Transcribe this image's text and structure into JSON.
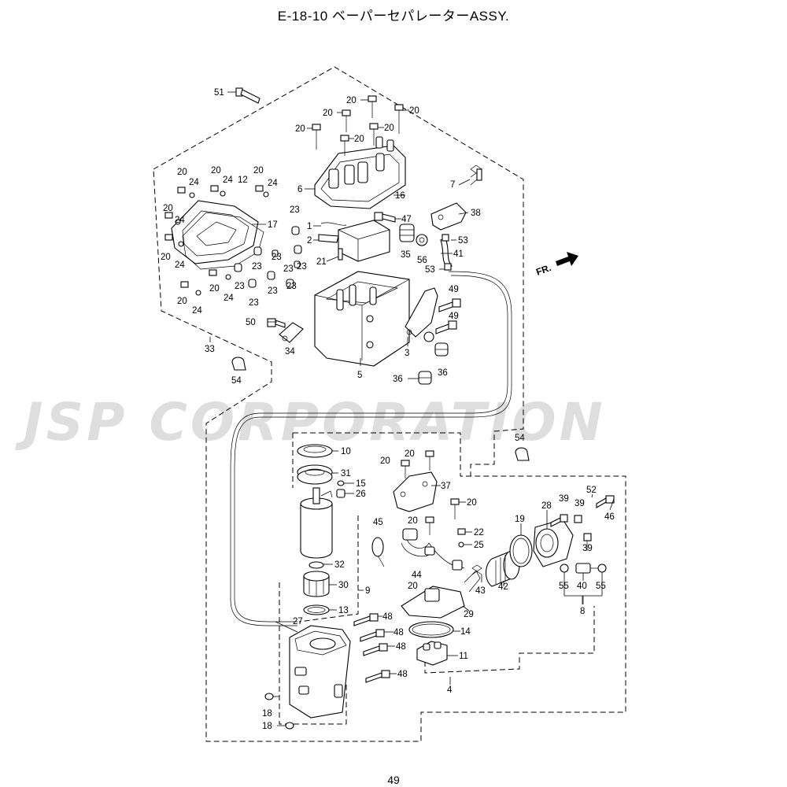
{
  "title": "E-18-10 ベーパーセパレーターASSY.",
  "page_number": "49",
  "watermark": "JSP CORPORATION",
  "direction_label": "FR.",
  "callouts": {
    "c1": "1",
    "c2": "2",
    "c3": "3",
    "c4": "4",
    "c5": "5",
    "c6": "6",
    "c7": "7",
    "c8": "8",
    "c9": "9",
    "c10": "10",
    "c11": "11",
    "c12": "12",
    "c13": "13",
    "c14": "14",
    "c15": "15",
    "c16": "16",
    "c17": "17",
    "c18a": "18",
    "c18b": "18",
    "c19": "19",
    "c20a": "20",
    "c20b": "20",
    "c20c": "20",
    "c20d": "20",
    "c20e": "20",
    "c20f": "20",
    "c20g": "20",
    "c20h": "20",
    "c20i": "20",
    "c20j": "20",
    "c20k": "20",
    "c20l": "20",
    "c20m": "20",
    "c20n": "20",
    "c20o": "20",
    "c20p": "20",
    "c20q": "20",
    "c20r": "20",
    "c21": "21",
    "c22": "22",
    "c23a": "23",
    "c23b": "23",
    "c23c": "23",
    "c23d": "23",
    "c23e": "23",
    "c23f": "23",
    "c23g": "23",
    "c23h": "23",
    "c23i": "23",
    "c24a": "24",
    "c24b": "24",
    "c24c": "24",
    "c24d": "24",
    "c24e": "24",
    "c24f": "24",
    "c25": "25",
    "c26": "26",
    "c27": "27",
    "c28": "28",
    "c29": "29",
    "c30": "30",
    "c31": "31",
    "c32": "32",
    "c33": "33",
    "c34": "34",
    "c35": "35",
    "c36a": "36",
    "c36b": "36",
    "c37": "37",
    "c38": "38",
    "c39a": "39",
    "c39b": "39",
    "c39c": "39",
    "c40": "40",
    "c41": "41",
    "c42": "42",
    "c43": "43",
    "c44": "44",
    "c45": "45",
    "c46": "46",
    "c47": "47",
    "c48a": "48",
    "c48b": "48",
    "c48c": "48",
    "c48d": "48",
    "c49a": "49",
    "c49b": "49",
    "c50": "50",
    "c51": "51",
    "c52": "52",
    "c53a": "53",
    "c53b": "53",
    "c54a": "54",
    "c54b": "54",
    "c55a": "55",
    "c55b": "55",
    "c56": "56"
  },
  "colors": {
    "ink": "#000000",
    "watermark": "#d9d9d9",
    "background": "#ffffff"
  }
}
